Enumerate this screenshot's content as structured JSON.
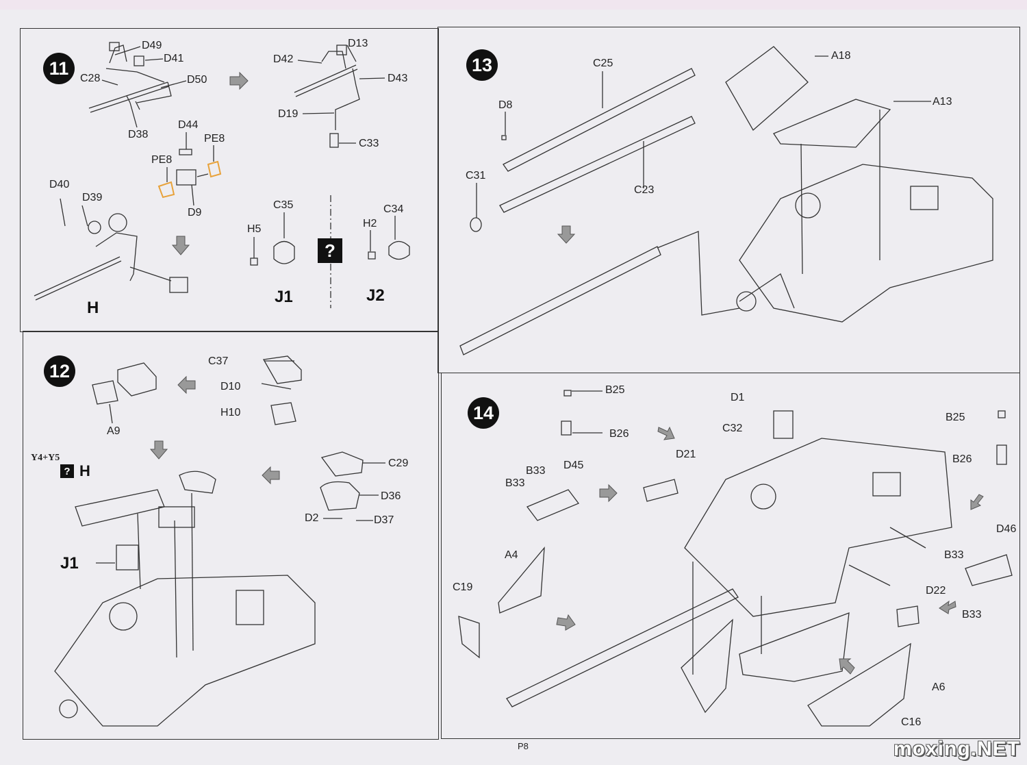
{
  "page_number": "P8",
  "watermark": "moxing.NET",
  "colors": {
    "line": "#333333",
    "photo_etch": "#e8a23a",
    "badge": "#111111",
    "paper": "#eeedf1"
  },
  "steps": [
    {
      "number": "11",
      "labels": [
        "D49",
        "D41",
        "C28",
        "D50",
        "D38",
        "D42",
        "D13",
        "D43",
        "D19",
        "C33",
        "D44",
        "PE8",
        "PE8",
        "D9",
        "D40",
        "D39",
        "H5",
        "C35",
        "H2",
        "C34"
      ],
      "assemblies": [
        "H",
        "J1",
        "J2"
      ],
      "note_icon": "?"
    },
    {
      "number": "12",
      "labels": [
        "C37",
        "D10",
        "H10",
        "A9",
        "C29",
        "D36",
        "D2",
        "D37"
      ],
      "refs": {
        "y_ref": "Y4+Y5",
        "sub_asm": "H",
        "asm_j1": "J1"
      },
      "note_icon": "?"
    },
    {
      "number": "13",
      "labels": [
        "C25",
        "D8",
        "C31",
        "C23",
        "A18",
        "A13"
      ]
    },
    {
      "number": "14",
      "labels": [
        "B25",
        "B26",
        "D1",
        "C32",
        "D21",
        "B33",
        "B33",
        "D45",
        "A4",
        "C19",
        "B25",
        "B26",
        "D46",
        "B33",
        "D22",
        "B33",
        "A6",
        "C16"
      ]
    }
  ]
}
